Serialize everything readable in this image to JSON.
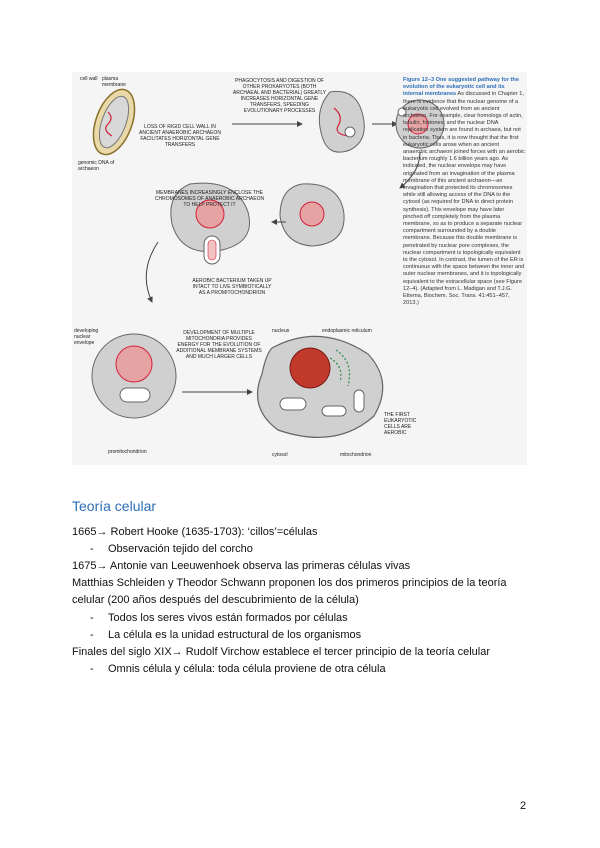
{
  "figure": {
    "labels": {
      "cell_wall": "cell wall",
      "plasma_membrane": "plasma membrane",
      "genomic_dna": "genomic DNA of archaeon",
      "step1": "LOSS OF RIGID CELL WALL IN ANCIENT",
      "step1_red": "ANAEROBIC ARCHAEON",
      "step1_b": "FACILITATES HORIZONTAL GENE TRANSFERS",
      "step2": "PHAGOCYTOSIS AND DIGESTION OF OTHER PROKARYOTES (BOTH ARCHAEAL AND BACTERIAL) GREATLY INCREASES HORIZONTAL GENE TRANSFERS, SPEEDING EVOLUTIONARY PROCESSES",
      "step3": "MEMBRANES INCREASINGLY ENCLOSE THE CHROMOSOMES OF ANAEROBIC ARCHAEON TO HELP PROTECT IT",
      "step4_red": "AEROBIC BACTERIUM",
      "step4": "TAKEN UP INTACT TO LIVE SYMBIOTICALLY AS A PROMITOCHONDRION",
      "developing_envelope": "developing nuclear envelope",
      "promitochondrion": "promitochondrion",
      "step5": "DEVELOPMENT OF MULTIPLE MITOCHONDRIA PROVIDES ENERGY FOR THE EVOLUTION OF ADDITIONAL MEMBRANE SYSTEMS AND MUCH LARGER CELLS",
      "nucleus": "nucleus",
      "er": "endoplasmic reticulum",
      "cytosol": "cytosol",
      "mitochondrion": "mitochondrion",
      "first_a": "THE",
      "first_red": "FIRST EUKARYOTIC CELLS",
      "first_b": "ARE AEROBIC"
    },
    "caption_title": "Figure 12–3 One suggested pathway for the evolution of the eukaryotic cell and its internal membranes",
    "caption_body": "As discussed in Chapter 1, there is evidence that the nuclear genome of a eukaryotic cell evolved from an ancient archaeon. For example, clear homologs of actin, tubulin, histones, and the nuclear DNA replication system are found in archaea, but not in bacteria. Thus, it is now thought that the first eukaryotic cells arose when an ancient anaerobic archaeon joined forces with an aerobic bacterium roughly 1.6 billion years ago. As indicated, the nuclear envelope may have originated from an invagination of the plasma membrane of this ancient archaeon—an invagination that protected its chromosomes while still allowing access of the DNA to the cytosol (as required for DNA to direct protein synthesis). This envelope may have later pinched off completely from the plasma membrane, so as to produce a separate nuclear compartment surrounded by a double membrane. Because this double membrane is penetrated by nuclear pore complexes, the nuclear compartment is topologically equivalent to the cytosol. In contrast, the lumen of the ER is continuous with the space between the inner and outer nuclear membranes, and it is topologically equivalent to the extracellular space (see Figure 12–4). (Adapted from L. Madigan and T.J.G. Ettema, Biochem. Soc. Trans. 41:451–457, 2013.)"
  },
  "section_title": "Teoría celular",
  "lines": [
    "1665→ Robert Hooke (1635-1703): ‘cillos’=células",
    "Observación tejido del corcho",
    "1675→ Antonie van Leeuwenhoek observa las primeras células vivas",
    "Matthias Schleiden y Theodor Schwann proponen los dos primeros principios de la teoría",
    "celular (200 años después del descubrimiento de la célula)",
    "Todos los seres vivos están formados por células",
    "La célula es la unidad estructural de los organismos",
    "Finales del siglo XIX→ Rudolf Virchow establece el tercer principio de la teoría celular",
    "Omnis célula y célula: toda célula proviene de otra célula"
  ],
  "bullet_glyph": "-",
  "page_number": "2",
  "colors": {
    "accent": "#2d6fb7",
    "red": "#d3203a",
    "cell_gray": "#cfcfcf"
  }
}
